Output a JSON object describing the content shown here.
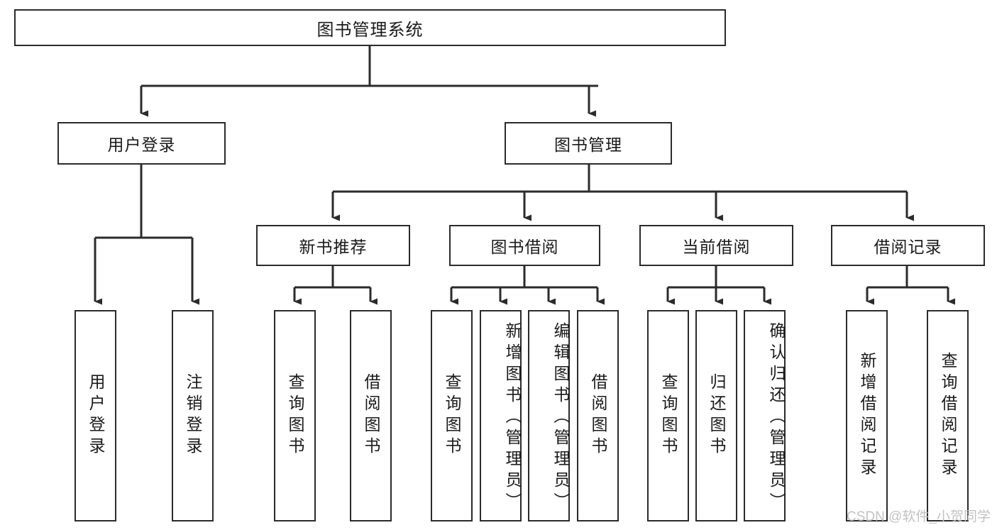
{
  "diagram": {
    "type": "tree",
    "title": "图书管理系统",
    "root": {
      "label": "图书管理系统",
      "id": "root"
    },
    "level1": [
      {
        "id": "user-login",
        "label": "用户登录"
      },
      {
        "id": "book-manage",
        "label": "图书管理"
      }
    ],
    "level2": [
      {
        "id": "new-book-recommend",
        "label": "新书推荐",
        "parent": "book-manage"
      },
      {
        "id": "book-borrow",
        "label": "图书借阅",
        "parent": "book-manage"
      },
      {
        "id": "current-borrow",
        "label": "当前借阅",
        "parent": "book-manage"
      },
      {
        "id": "borrow-record",
        "label": "借阅记录",
        "parent": "book-manage"
      }
    ],
    "leaves": {
      "user_login": [
        {
          "id": "leaf-user-login",
          "label": "用户登录"
        },
        {
          "id": "leaf-logout-login",
          "label": "注销登录"
        }
      ],
      "new_book_recommend": [
        {
          "id": "leaf-query-book-1",
          "label": "查询图书"
        },
        {
          "id": "leaf-borrow-book-1",
          "label": "借阅图书"
        }
      ],
      "book_borrow": [
        {
          "id": "leaf-query-book-2",
          "label": "查询图书"
        },
        {
          "id": "leaf-add-book",
          "label": "新增图书（管理员）"
        },
        {
          "id": "leaf-edit-book",
          "label": "编辑图书（管理员）"
        },
        {
          "id": "leaf-borrow-book-2",
          "label": "借阅图书"
        }
      ],
      "current_borrow": [
        {
          "id": "leaf-query-book-3",
          "label": "查询图书"
        },
        {
          "id": "leaf-return-book",
          "label": "归还图书"
        },
        {
          "id": "leaf-confirm-return",
          "label": "确认归还（管理员）"
        }
      ],
      "borrow_record": [
        {
          "id": "leaf-add-record",
          "label": "新增借阅记录"
        },
        {
          "id": "leaf-query-record",
          "label": "查询借阅记录"
        }
      ]
    },
    "watermark": "CSDN @软件_小贺同学",
    "colors": {
      "stroke": "#2b2b2b",
      "background": "#ffffff",
      "text": "#1a1a1a",
      "watermark": "#c2c2c2"
    }
  }
}
